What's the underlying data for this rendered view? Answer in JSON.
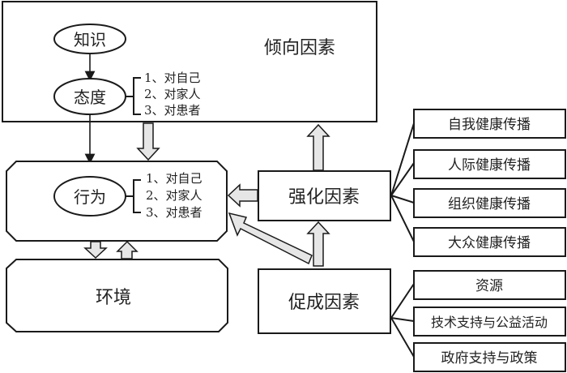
{
  "predisposing": {
    "title": "倾向因素",
    "knowledge": "知识",
    "attitude": "态度",
    "attitude_items": [
      "1、对自己",
      "2、对家人",
      "3、对患者"
    ]
  },
  "behavior": {
    "title": "行为",
    "items": [
      "1、对自己",
      "2、对家人",
      "3、对患者"
    ]
  },
  "environment": {
    "title": "环境"
  },
  "reinforcing": {
    "title": "强化因素",
    "items": [
      "自我健康传播",
      "人际健康传播",
      "组织健康传播",
      "大众健康传播"
    ]
  },
  "enabling": {
    "title": "促成因素",
    "items": [
      "资源",
      "技术支持与公益活动",
      "政府支持与政策"
    ]
  },
  "colors": {
    "stroke": "#1a1a1a",
    "arrow_fill": "#e6e6e6"
  }
}
